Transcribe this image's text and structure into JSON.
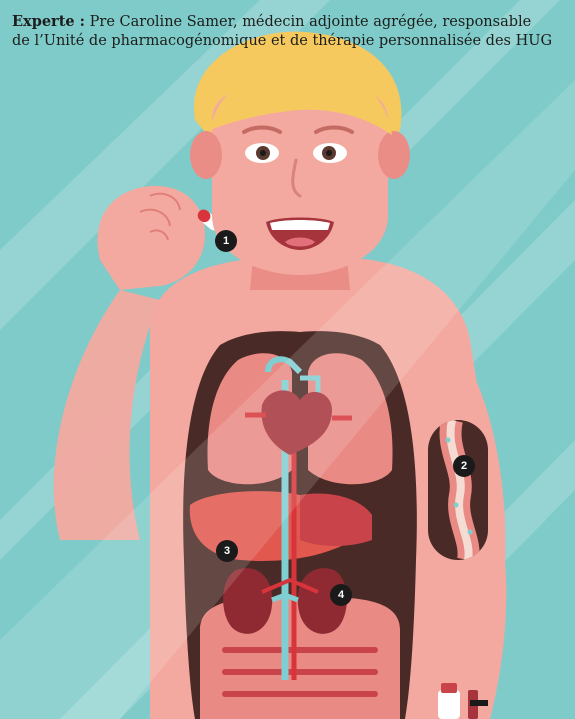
{
  "caption": {
    "label": "Experte :",
    "line1": " Pre Caroline Samer, médecin adjointe agrégée, responsable",
    "line2": "de l’Unité de pharmacogénomique et de thérapie personnalisée des HUG"
  },
  "markers": [
    {
      "number": "1"
    },
    {
      "number": "2"
    },
    {
      "number": "3"
    },
    {
      "number": "4"
    }
  ],
  "colors": {
    "background": "#7ecbc9",
    "skin": "#f3a9a0",
    "hair": "#f6c95f",
    "torso_cavity": "#4a2a26",
    "lungs": "#e98a84",
    "heart": "#a6343d",
    "liver": "#e1584f",
    "kidneys": "#8f2a32",
    "vessels": "#7fcfd2",
    "marker": "#1a1a1a"
  }
}
